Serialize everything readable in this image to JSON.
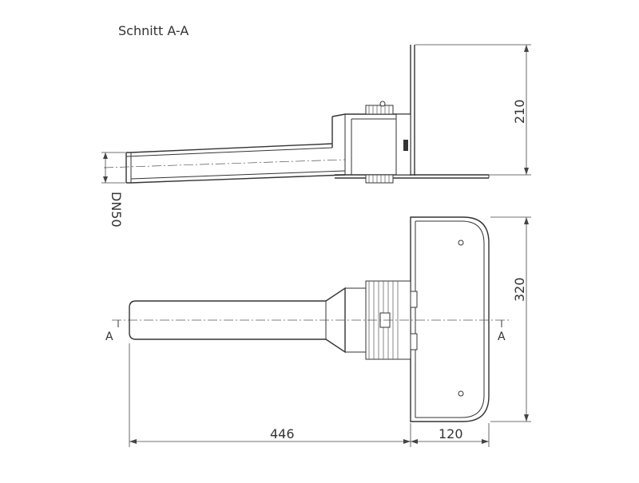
{
  "title": "Schnitt A-A",
  "dimensions": {
    "height_section": "210",
    "pipe_size": "DN50",
    "height_plan": "320",
    "length_pipe": "446",
    "width_flange": "120"
  },
  "section_markers": {
    "left": "A",
    "right": "A"
  }
}
